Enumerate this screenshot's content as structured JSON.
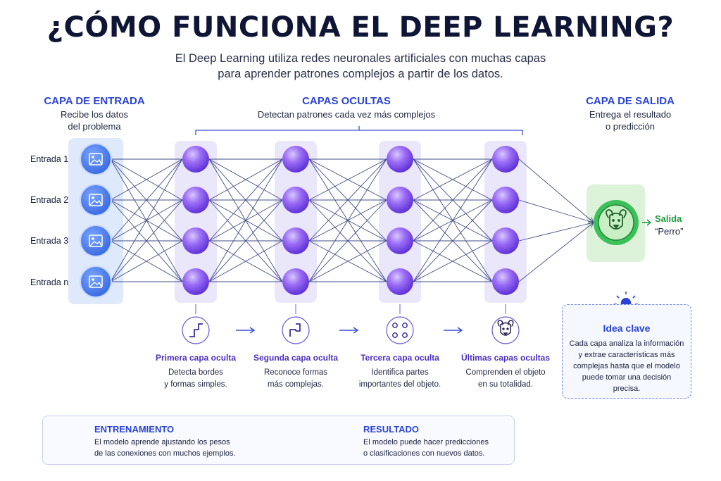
{
  "title": "¿CÓMO FUNCIONA EL DEEP LEARNING?",
  "subtitle": {
    "line1": "El Deep Learning utiliza redes neuronales artificiales con muchas capas",
    "line2": "para aprender patrones complejos a partir de los datos."
  },
  "input_layer": {
    "title": "CAPA DE ENTRADA",
    "desc_line1": "Recibe los datos",
    "desc_line2": "del problema",
    "inputs": [
      "Entrada 1",
      "Entrada 2",
      "Entrada 3",
      "Entrada n"
    ]
  },
  "hidden_layers": {
    "title": "CAPAS OCULTAS",
    "desc": "Detectan patrones cada vez más complejos",
    "stages": [
      {
        "name": "Primera capa oculta",
        "desc_line1": "Detecta bordes",
        "desc_line2": "y formas simples.",
        "icon": "edges-icon"
      },
      {
        "name": "Segunda capa oculta",
        "desc_line1": "Reconoce formas",
        "desc_line2": "más complejas.",
        "icon": "shapes-icon"
      },
      {
        "name": "Tercera capa oculta",
        "desc_line1": "Identifica partes",
        "desc_line2": "importantes del objeto.",
        "icon": "parts-icon"
      },
      {
        "name": "Últimas capas ocultas",
        "desc_line1": "Comprenden el objeto",
        "desc_line2": "en su totalidad.",
        "icon": "dog-icon"
      }
    ]
  },
  "output_layer": {
    "title": "CAPA DE SALIDA",
    "desc_line1": "Entrega el resultado",
    "desc_line2": "o predicción",
    "label": "Salida",
    "value": "“Perro”"
  },
  "idea": {
    "title": "Idea clave",
    "line1": "Cada capa analiza la información",
    "line2": "y extrae características más",
    "line3": "complejas hasta que el modelo",
    "line4": "puede tomar una decisión",
    "line5": "precisa."
  },
  "training": {
    "title": "ENTRENAMIENTO",
    "line1": "El modelo aprende ajustando los pesos",
    "line2": "de las conexiones con muchos ejemplos."
  },
  "result": {
    "title": "RESULTADO",
    "line1": "El modelo puede hacer predicciones",
    "line2": "o clasificaciones con nuevos datos."
  },
  "colors": {
    "accent_blue": "#2a43d4",
    "node_purple": "#8b5cf0",
    "input_blue": "#4a7fe6",
    "output_green": "#2fb24a"
  }
}
